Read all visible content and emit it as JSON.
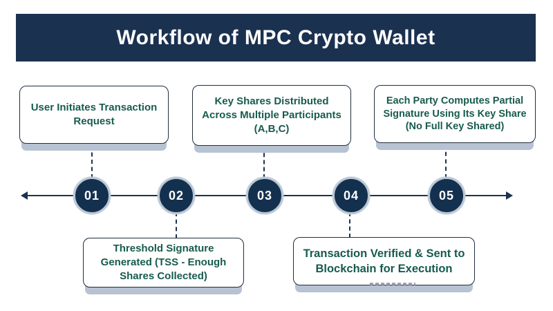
{
  "title": "Workflow of MPC Crypto Wallet",
  "steps": [
    {
      "number": "01",
      "label": "User Initiates Transaction Request",
      "position": "top"
    },
    {
      "number": "02",
      "label": "Threshold Signature Generated (TSS - Enough Shares Collected)",
      "position": "bottom"
    },
    {
      "number": "03",
      "label": "Key Shares Distributed Across Multiple Participants (A,B,C)",
      "position": "top"
    },
    {
      "number": "04",
      "label": "Transaction Verified & Sent to Blockchain for Execution",
      "position": "bottom"
    },
    {
      "number": "05",
      "label": "Each Party Computes Partial Signature Using Its Key Share (No Full Key Shared)",
      "position": "top"
    }
  ],
  "colors": {
    "banner_bg": "#1b3150",
    "banner_text": "#ffffff",
    "card_text": "#175b4e",
    "card_border": "#1f2d3d",
    "card_shadow": "#b7c3d2",
    "circle_fill": "#14304f",
    "circle_ring": "#bac7d5",
    "timeline": "#1b3150"
  }
}
